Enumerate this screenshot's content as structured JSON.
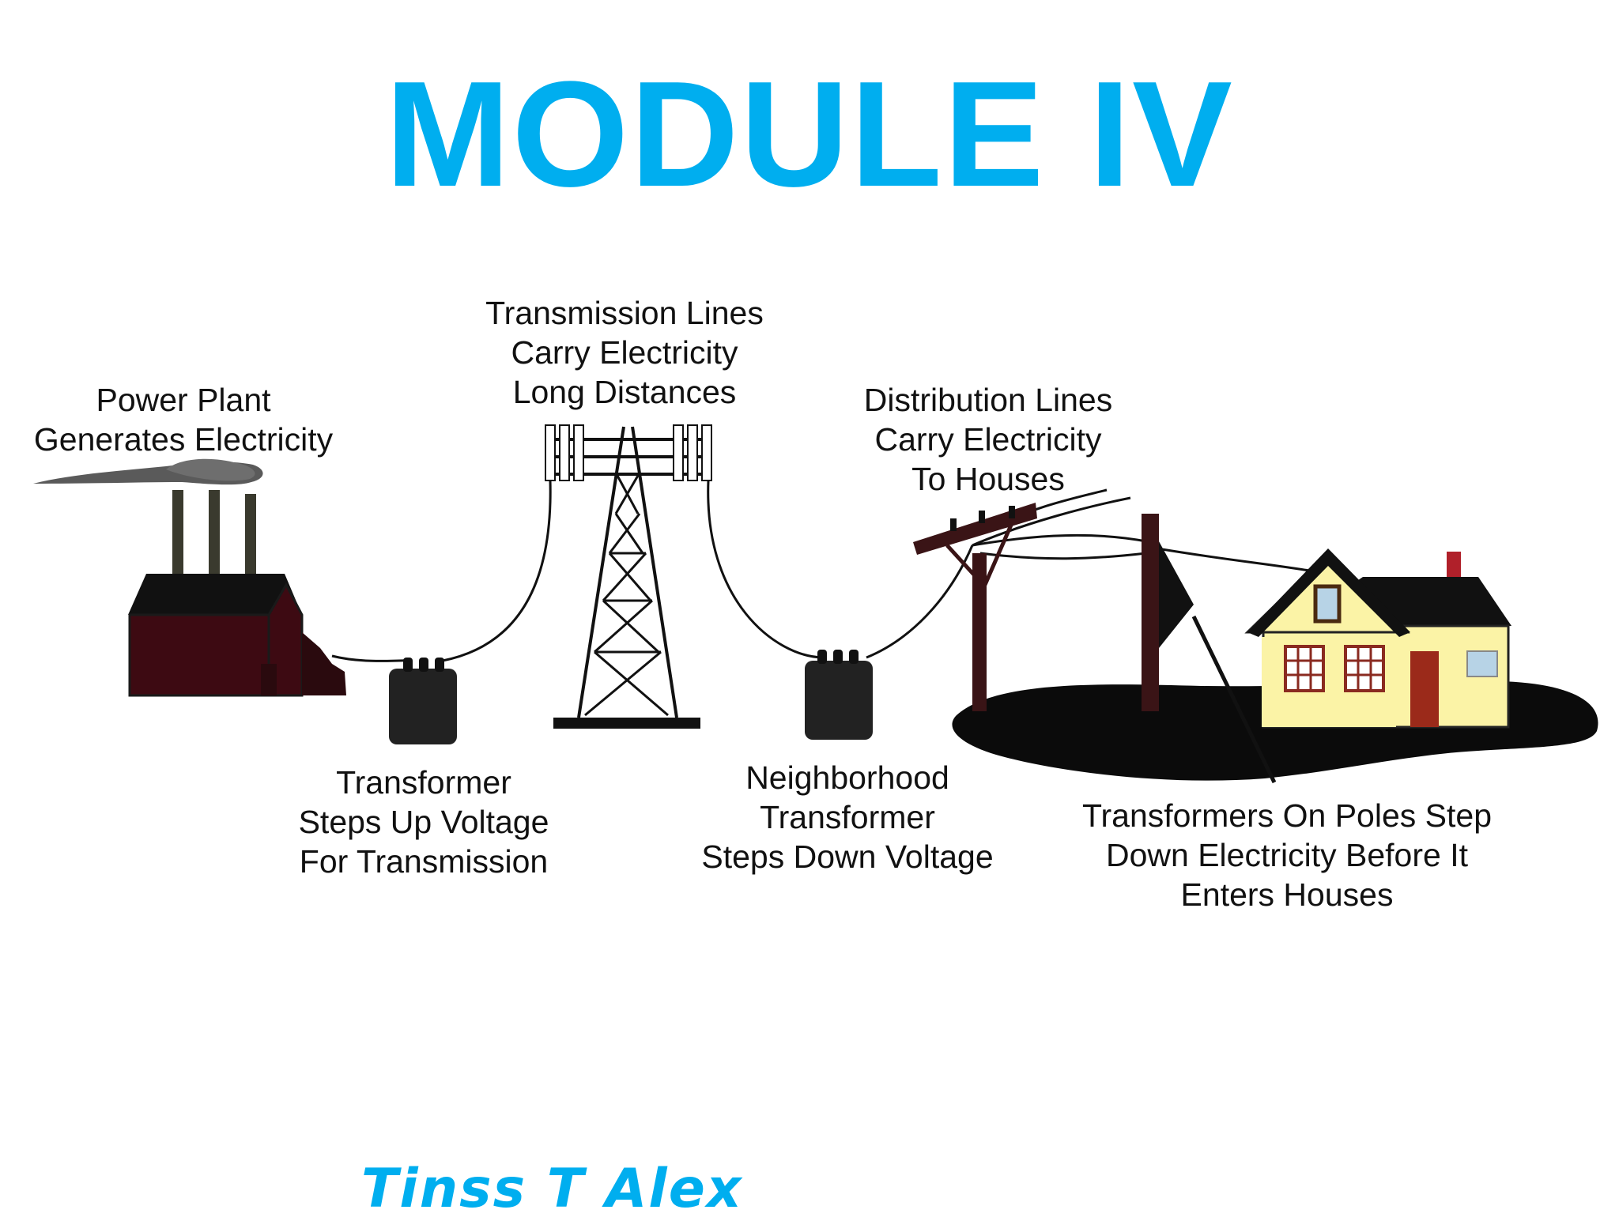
{
  "slide": {
    "title": "MODULE IV",
    "author": "Tinss T Alex"
  },
  "diagram": {
    "power_plant": {
      "line1": "Power Plant",
      "line2": "Generates Electricity"
    },
    "step_up_transformer": {
      "line1": "Transformer",
      "line2": "Steps Up Voltage",
      "line3": "For Transmission"
    },
    "transmission_lines": {
      "line1": "Transmission Lines",
      "line2": "Carry Electricity",
      "line3": "Long Distances"
    },
    "neighborhood_transformer": {
      "line1": "Neighborhood",
      "line2": "Transformer",
      "line3": "Steps Down Voltage"
    },
    "distribution_lines": {
      "line1": "Distribution Lines",
      "line2": "Carry Electricity",
      "line3": "To Houses"
    },
    "pole_transformers": {
      "line1": "Transformers On Poles Step",
      "line2": "Down Electricity Before It",
      "line3": "Enters Houses"
    }
  },
  "colors": {
    "title": "#00aeef",
    "author": "#00aeef",
    "plant_wall": "#3d0a12",
    "house_wall": "#fbf3a6",
    "ground": "#0b0b0b"
  }
}
